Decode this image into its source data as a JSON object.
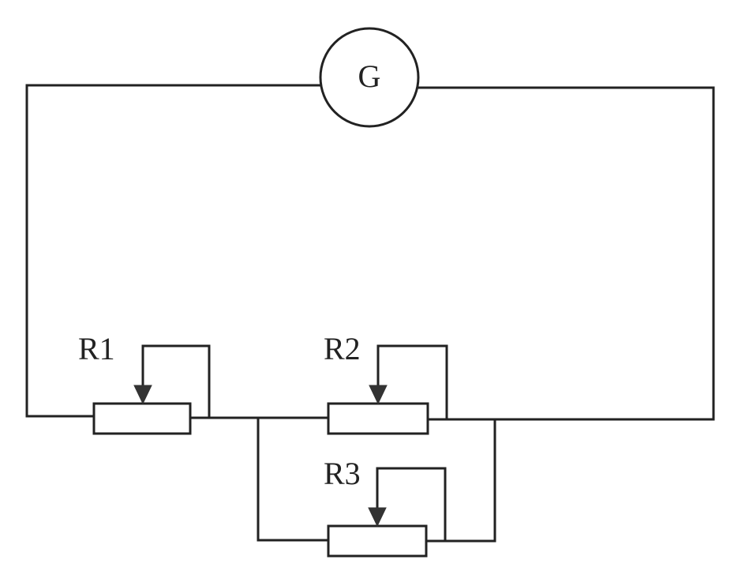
{
  "galvanometer": {
    "label": "G"
  },
  "resistors": [
    {
      "id": "r1",
      "label": "R1",
      "type": "rheostat"
    },
    {
      "id": "r2",
      "label": "R2",
      "type": "rheostat"
    },
    {
      "id": "r3",
      "label": "R3",
      "type": "rheostat"
    }
  ],
  "colors": {
    "line": "#222222",
    "background": "#ffffff"
  }
}
